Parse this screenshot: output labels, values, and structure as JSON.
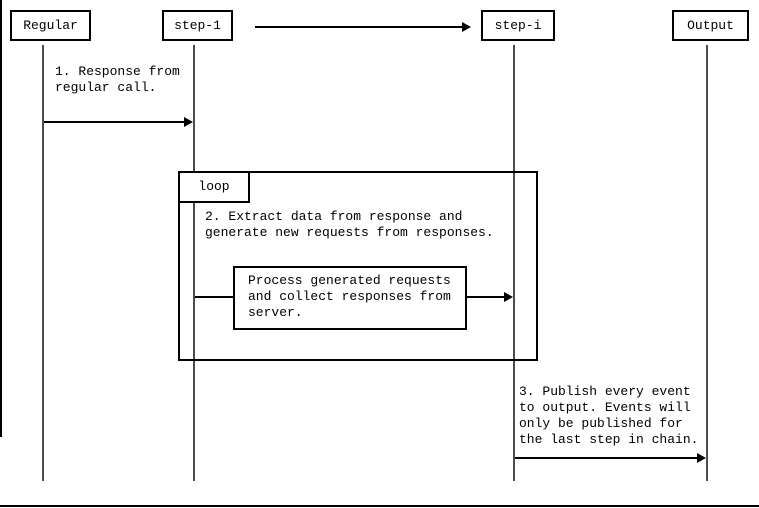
{
  "diagram": {
    "type": "sequence-diagram",
    "participants": [
      {
        "label": "Regular"
      },
      {
        "label": "step-1"
      },
      {
        "label": "step-i"
      },
      {
        "label": "Output"
      }
    ],
    "loop": {
      "label": "loop"
    },
    "messages": {
      "msg1": "1. Response from\nregular call.",
      "msg2": "2. Extract data from response and\ngenerate new requests from responses.",
      "process_box": "Process generated requests\nand collect responses from\nserver.",
      "msg3": "3. Publish every event\nto output. Events will\nonly be published for\nthe last step in chain."
    },
    "colors": {
      "background": "#ffffff",
      "line": "#000000",
      "lifeline": "#4d4d4d",
      "text": "#000000"
    }
  }
}
